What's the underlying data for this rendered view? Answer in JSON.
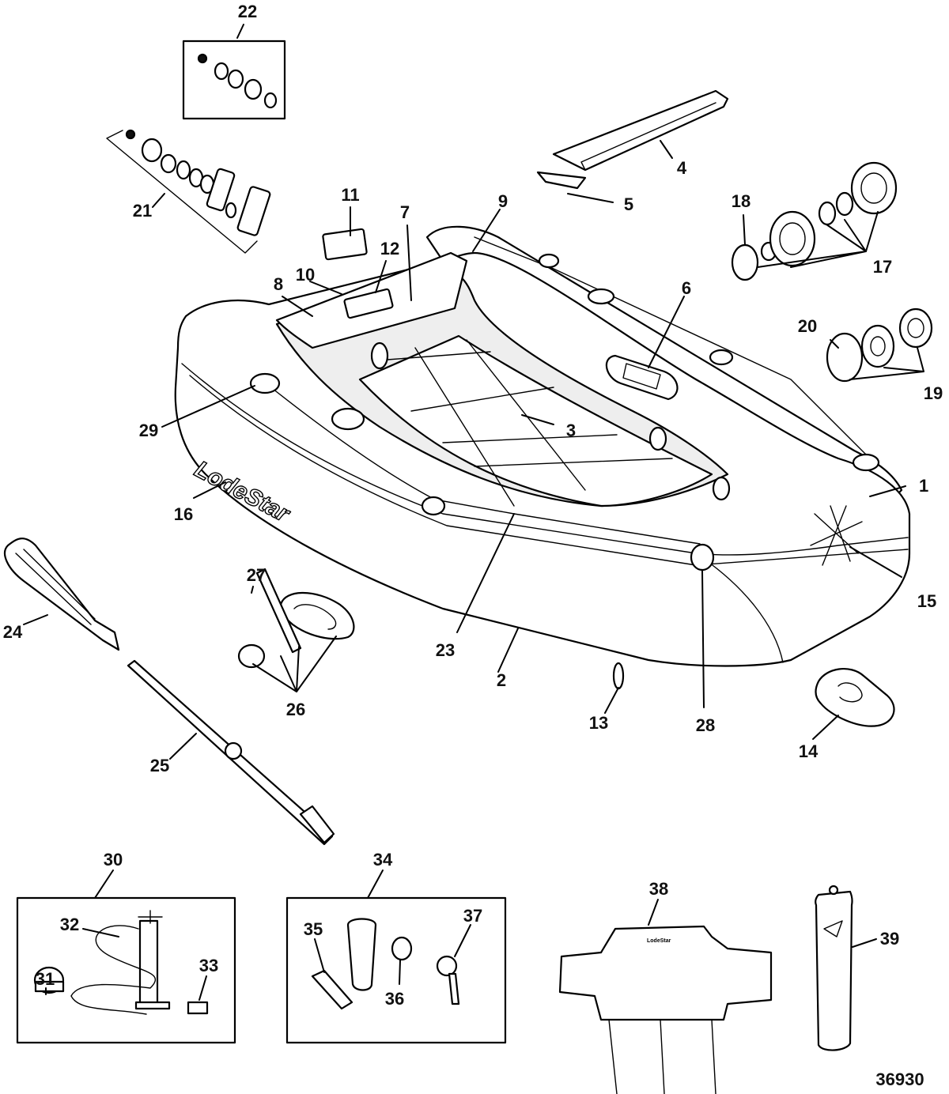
{
  "figure_id": "36930",
  "brand_logo": "LodeStar",
  "callouts": {
    "c1": "1",
    "c2": "2",
    "c3": "3",
    "c4": "4",
    "c5": "5",
    "c6": "6",
    "c7": "7",
    "c8": "8",
    "c9": "9",
    "c10": "10",
    "c11": "11",
    "c12": "12",
    "c13": "13",
    "c14": "14",
    "c15": "15",
    "c16": "16",
    "c17": "17",
    "c18": "18",
    "c19": "19",
    "c20": "20",
    "c21": "21",
    "c22": "22",
    "c23": "23",
    "c24": "24",
    "c25": "25",
    "c26": "26",
    "c27": "27",
    "c28": "28",
    "c29": "29",
    "c30": "30",
    "c31": "31",
    "c32": "32",
    "c33": "33",
    "c34": "34",
    "c35": "35",
    "c36": "36",
    "c37": "37",
    "c38": "38",
    "c39": "39"
  },
  "colors": {
    "line": "#000000",
    "background": "#ffffff",
    "shade": "#eeeeee"
  }
}
